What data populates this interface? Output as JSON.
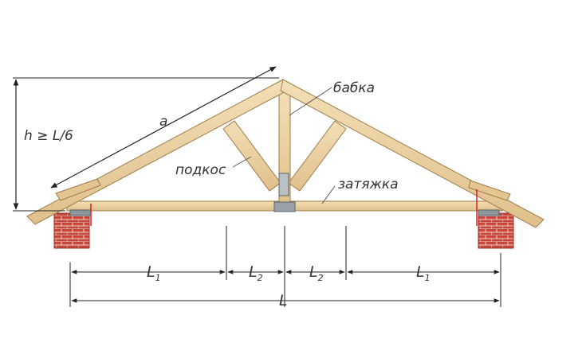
{
  "labels": {
    "babka": "бабка",
    "podkos": "подкос",
    "zatyazhka": "затяжка",
    "rafter": "a",
    "height": "h ≥ L/6"
  },
  "dimensions": {
    "segment_l1": "L",
    "segment_l1_sub": "1",
    "segment_l2": "L",
    "segment_l2_sub": "2",
    "total": "L"
  },
  "colors": {
    "wood": "#ecd3a4",
    "wood_edge": "#a07b46",
    "brick": "#c9473a",
    "bracket": "#8c949c",
    "tie_red": "#d2232a",
    "line": "#222222"
  },
  "icons": {
    "support_left": "brick-wall-icon",
    "support_right": "brick-wall-icon",
    "bolt": "bolt-icon"
  }
}
